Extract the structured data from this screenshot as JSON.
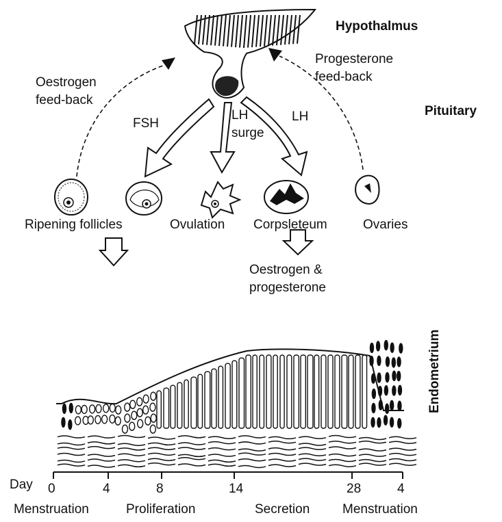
{
  "labels": {
    "hypothalamus": "Hypothalmus",
    "pituitary": "Pituitary",
    "oestrogen_feedback_1": "Oestrogen",
    "oestrogen_feedback_2": "feed-back",
    "progesterone_feedback_1": "Progesterone",
    "progesterone_feedback_2": "feed-back",
    "fsh": "FSH",
    "lh_surge_1": "LH",
    "lh_surge_2": "surge",
    "lh": "LH",
    "ripening_follicles": "Ripening follicles",
    "ovulation": "Ovulation",
    "corpus_luteum": "Corpsleteum",
    "ovaries": "Ovaries",
    "oe_prog_1": "Oestrogen &",
    "oe_prog_2": "progesterone",
    "endometrium": "Endometrium"
  },
  "axis": {
    "title": "Day",
    "ticks": [
      "0",
      "4",
      "8",
      "14",
      "28",
      "4"
    ]
  },
  "phases": [
    "Menstruation",
    "Proliferation",
    "Secretion",
    "Menstruation"
  ],
  "colors": {
    "ink": "#111111",
    "background": "#ffffff"
  }
}
